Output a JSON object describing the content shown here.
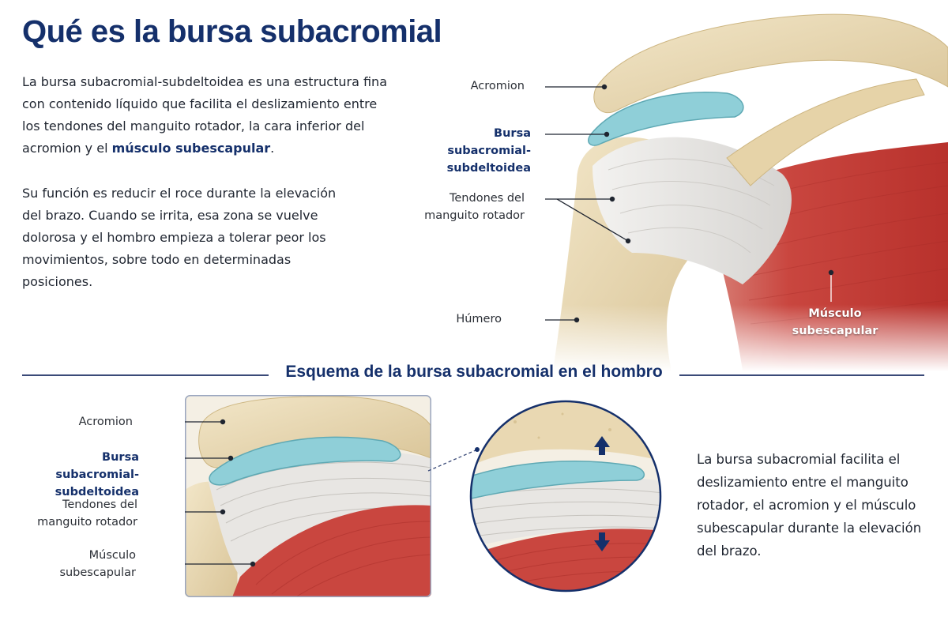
{
  "title": "Qué es la bursa subacromial",
  "intro": {
    "p1_before": "La bursa subacromial-subdeltoidea es una estructura fina con contenido líquido que facilita el deslizamiento entre los tendones del manguito rotador, la cara inferior del acromion y el ",
    "p1_bold": "músculo subescapular",
    "p1_after": ".",
    "p2": "Su función es reducir el roce durante la elevación del brazo. Cuando se irrita, esa zona se vuelve dolorosa y el hombro empieza a tolerar peor los movimientos, sobre todo en determinadas posiciones."
  },
  "top_labels": {
    "acromion": "Acromion",
    "bursa_1": "Bursa subacromial-",
    "bursa_2": "subdeltoidea",
    "tendons_1": "Tendones del",
    "tendons_2": "manguito rotador",
    "humerus": "Húmero",
    "muscle_1": "Músculo",
    "muscle_2": "subescapular"
  },
  "section_title": "Esquema de la bursa subacromial en el hombro",
  "schema_labels": {
    "acromion": "Acromion",
    "bursa_1": "Bursa subacromial-",
    "bursa_2": "subdeltoidea",
    "tendons_1": "Tendones del",
    "tendons_2": "manguito rotador",
    "muscle_1": "Músculo",
    "muscle_2": "subescapular"
  },
  "caption": "La bursa subacromial facilita el deslizamiento entre el manguito rotador, el acromion y el músculo subescapular durante la elevación del brazo.",
  "colors": {
    "title": "#15306b",
    "bone": "#e9d8b2",
    "bursa": "#8fcfd8",
    "tendon": "#e8e6e3",
    "muscle": "#c9463f",
    "label_line": "#1f2530"
  }
}
